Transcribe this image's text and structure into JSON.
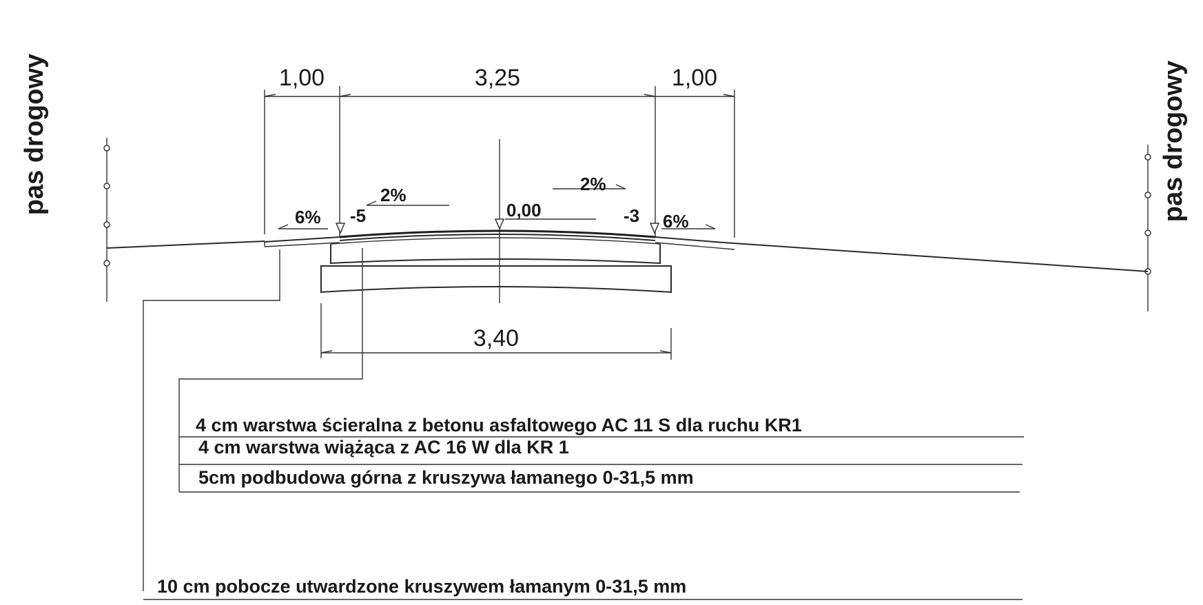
{
  "side_labels": {
    "left": "pas drogowy",
    "right": "pas drogowy"
  },
  "dimensions": {
    "top_left": "1,00",
    "top_center": "3,25",
    "top_right": "1,00",
    "bottom": "3,40"
  },
  "slopes": {
    "left_shoulder": "6%",
    "left_lane": "2%",
    "right_lane": "2%",
    "right_shoulder": "6%"
  },
  "elevations": {
    "left_edge": "-5",
    "axis": "0,00",
    "right_edge": "-3"
  },
  "layers": [
    "4 cm warstwa ścieralna z betonu asfaltowego AC 11 S dla ruchu KR1",
    "4 cm warstwa wiążąca z AC 16 W dla KR 1",
    "5cm podbudowa górna z kruszywa łamanego 0-31,5 mm"
  ],
  "shoulder_layer": "10 cm pobocze utwardzone kruszywem łamanym 0-31,5 mm",
  "colors": {
    "ink": "#1a1a1a",
    "background": "#ffffff"
  }
}
